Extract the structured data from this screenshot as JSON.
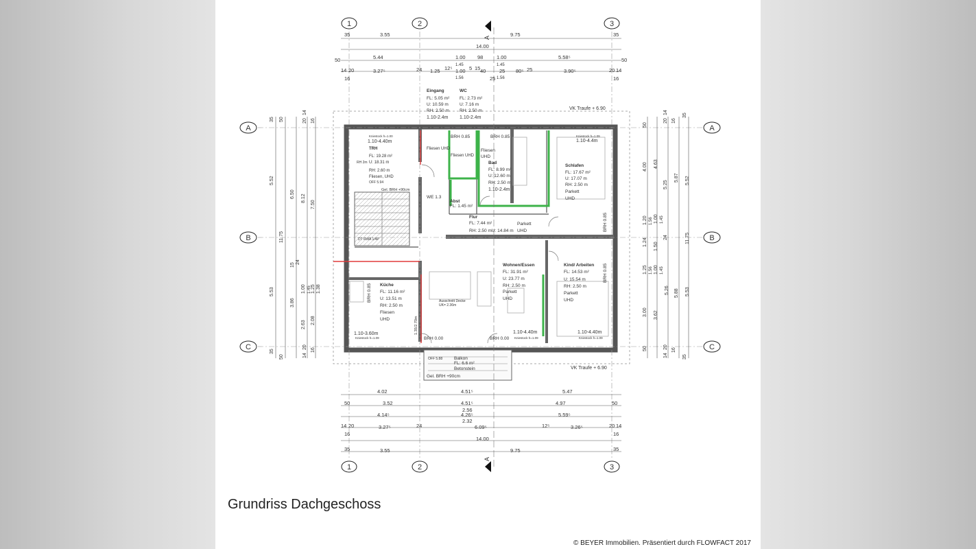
{
  "caption": "Grundriss Dachgeschoss",
  "copyright": "© BEYER Immobilien. Präsentiert durch FLOWFACT 2017",
  "axes": {
    "vertical": [
      "1",
      "2",
      "3"
    ],
    "horizontal": [
      "A",
      "B",
      "C"
    ],
    "section_mark": "A"
  },
  "eaves": "VK Traufe + 6.90",
  "top_dims": {
    "row1": [
      "35",
      "3.55",
      "9.75",
      "35"
    ],
    "row2": [
      "14.00"
    ],
    "row3": [
      "50",
      "5.44",
      "1.00",
      "98",
      "1.00",
      "5.58⁵",
      "50"
    ],
    "row3_sub": [
      "1.45",
      "1.45"
    ],
    "row4": [
      "14",
      "20",
      "3.27⁵",
      "24",
      "1.25",
      "12⁵",
      "1.00",
      "5",
      "15",
      "40",
      "25",
      "80⁵",
      "25",
      "3.90⁵",
      "20",
      "14"
    ],
    "row4_sub": [
      "16",
      "1.56",
      "25",
      "1.56",
      "16"
    ]
  },
  "bottom_dims": {
    "row1": [
      "4.02",
      "4.51⁵",
      "5.47"
    ],
    "row2": [
      "50",
      "3.52",
      "4.51⁵",
      "4.97",
      "50"
    ],
    "row2_sub": [
      "2.56"
    ],
    "row3": [
      "4.14⁵",
      "4.26⁵",
      "5.59⁵"
    ],
    "row3_sub": [
      "2.32"
    ],
    "row4": [
      "14",
      "20",
      "3.27⁵",
      "24",
      "6.09⁵",
      "12⁵",
      "3.26⁵",
      "20",
      "14"
    ],
    "row4_sub": [
      "16",
      "16"
    ],
    "row5": [
      "14.00"
    ],
    "row6": [
      "35",
      "3.55",
      "9.75",
      "35"
    ]
  },
  "left_dims": [
    "35",
    "50",
    "20",
    "14",
    "16",
    "5.52",
    "6.50",
    "8.12",
    "7.50",
    "11.75",
    "15",
    "24",
    "1.00",
    "1.25",
    "1.38",
    "1.45",
    "5.53",
    "3.86",
    "2.63",
    "2.08",
    "50",
    "35",
    "20",
    "14",
    "16"
  ],
  "right_dims": [
    "50",
    "20",
    "14",
    "16",
    "35",
    "4.00",
    "4.63",
    "5.25",
    "5.87",
    "5.52",
    "1.20",
    "1.56",
    "1.00",
    "1.45",
    "1.24",
    "1.50",
    "24",
    "11.75",
    "1.25",
    "1.00",
    "1.56",
    "1.45",
    "5.26",
    "5.88",
    "5.53",
    "3.00",
    "3.62",
    "50",
    "20",
    "14",
    "16",
    "35"
  ],
  "rooms": [
    {
      "name": "Eingang",
      "lines": [
        "FL: 5.05 m²",
        "U: 10.59 m",
        "RH: 2.50 m",
        "1.10-2.4m"
      ]
    },
    {
      "name": "WC",
      "lines": [
        "FL: 2.73 m²",
        "U: 7.16 m",
        "RH: 2.50 m",
        "1.10-2.4m"
      ]
    },
    {
      "name": "TRH",
      "lines": [
        "Kniestock h=1.00",
        "1.10-4.40m",
        "FL: 19.28 m²",
        "U: 18.31 m",
        "RH: 2.60 m",
        "Fliesen, UHD",
        "OFF 5.94"
      ]
    },
    {
      "name": "Bad",
      "lines": [
        "Fliesen",
        "UHD",
        "FL: 8.99 m²",
        "U: 12.60 m",
        "RH: 2.50 m",
        "1.10-2.4m"
      ]
    },
    {
      "name": "Schlafen",
      "lines": [
        "Kniestock h=1.09",
        "1.10-4.4m",
        "FL: 17.67 m²",
        "U: 17.07 m",
        "RH: 2.50 m",
        "Parkett",
        "UHD"
      ]
    },
    {
      "name": "Abst",
      "lines": [
        "FL: 1.45 m²"
      ]
    },
    {
      "name": "Flur",
      "lines": [
        "FL: 7.44 m²",
        "RH: 2.50 mU: 14.84 m",
        "Parkett",
        "UHD"
      ]
    },
    {
      "name": "Wohnen/Essen",
      "lines": [
        "FL: 31.91 m²",
        "U: 23.77 m",
        "RH: 2.50 m",
        "Parkett",
        "UHD"
      ]
    },
    {
      "name": "Kind/ Arbeiten",
      "lines": [
        "FL: 14.53 m²",
        "U: 15.54 m",
        "RH: 2.50 m",
        "Parkett",
        "UHD"
      ]
    },
    {
      "name": "Küche",
      "lines": [
        "FL: 11.16 m²",
        "U: 13.51 m",
        "RH: 2.50 m",
        "Fliesen",
        "UHD"
      ]
    },
    {
      "name": "Balkon",
      "lines": [
        "FL: 6.6 m²",
        "Betonstein",
        "Gel. BRH +90cm"
      ]
    }
  ],
  "misc_labels": {
    "brh_1": "BRH 0.85",
    "brh_2": "BRH 0.85",
    "brh_3": "BRH 0.85",
    "brh_4": "BRH 0.85",
    "brh_5": "BRH 0.85",
    "brh_6": "BRH 0.00",
    "brh_7": "BRH 0.00",
    "fliesen_uhd_1": "Fliesen UHD",
    "fliesen_uhd_2": "Fliesen UHD",
    "we": "WE 1.3",
    "gel_brh": "Gel. BRH +90cm",
    "stair": "DT RWA 1/4P",
    "kniestock_kueche": "Kniestock h=1.09",
    "kniestock_wohn": "Kniestock h=1.09",
    "kniestock_kind": "Kniestock h=1.09",
    "range_kueche": "1.10-3.60m",
    "range_wohn": "1.10-4.40m",
    "range_kind": "1.10-4.40m",
    "rh2m": "RH 2m",
    "aussenkante": "Ausschnitt Decke",
    "uk": "UK= 2.36m",
    "stair_height": "1.35/2.70m",
    "off_balkon": "OFF 5.88"
  }
}
